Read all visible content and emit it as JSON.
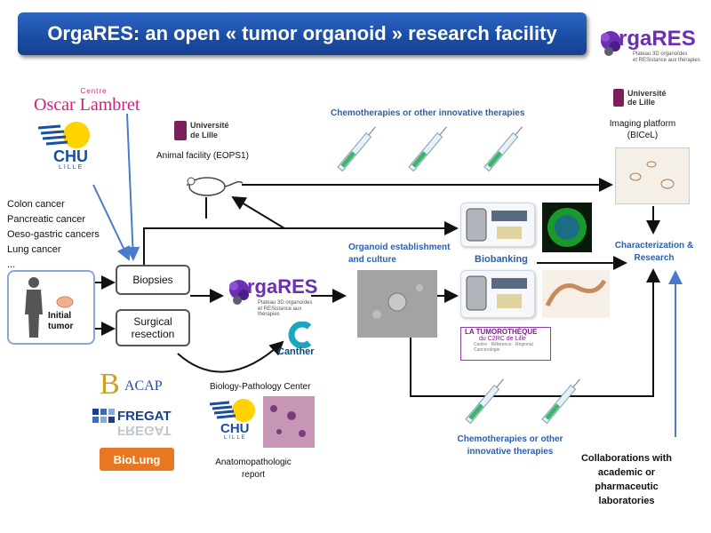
{
  "title": "OrgaRES: an open « tumor organoid » research facility",
  "brand": {
    "orgares_name": "rgaRES",
    "orgares_subtitle_1": "Plateau 3D organoïdes",
    "orgares_subtitle_2": "et RESistance aux thérapies"
  },
  "partners": {
    "oscar_top": "Centre",
    "oscar_name": "Oscar Lambret",
    "chu": "CHU",
    "lille": "LILLE",
    "univ_line1": "Université",
    "univ_line2": "de Lille",
    "canther": "Canther",
    "bacap": "ACAP",
    "fregat": "FREGAT",
    "biolung": "BioLung",
    "tumoro_1": "LA TUMOROTHÈQUE",
    "tumoro_2": "du C2RC de Lille",
    "tumoro_3": "Centre · Référence · Régional · Cancérologie"
  },
  "cancers": [
    "Colon cancer",
    "Pancreatic cancer",
    "Oeso-gastric cancers",
    "Lung cancer",
    "..."
  ],
  "nodes": {
    "initial_tumor": "Initial tumor",
    "biopsies": "Biopsies",
    "surgical_resection": "Surgical resection",
    "animal_facility": "Animal facility (EOPS1)",
    "chemo_top": "Chemotherapies or other innovative therapies",
    "imaging": "Imaging platform",
    "imaging_code": "(BICeL)",
    "organoid": "Organoid establishment and culture",
    "biobanking": "Biobanking",
    "characterization": "Characterization & Research",
    "bio_path_center": "Biology-Pathology Center",
    "anatomo": "Anatomopathologic report",
    "chemo_bottom": "Chemotherapies or other innovative therapies",
    "collaborations": "Collaborations with academic or pharmaceutic laboratories"
  },
  "colors": {
    "title_blue": "#1f55b0",
    "accent_blue": "#2d5fa8",
    "oscar_pink": "#d0217a",
    "univ_purple": "#7a1f5c",
    "biolung_orange": "#e87722"
  }
}
